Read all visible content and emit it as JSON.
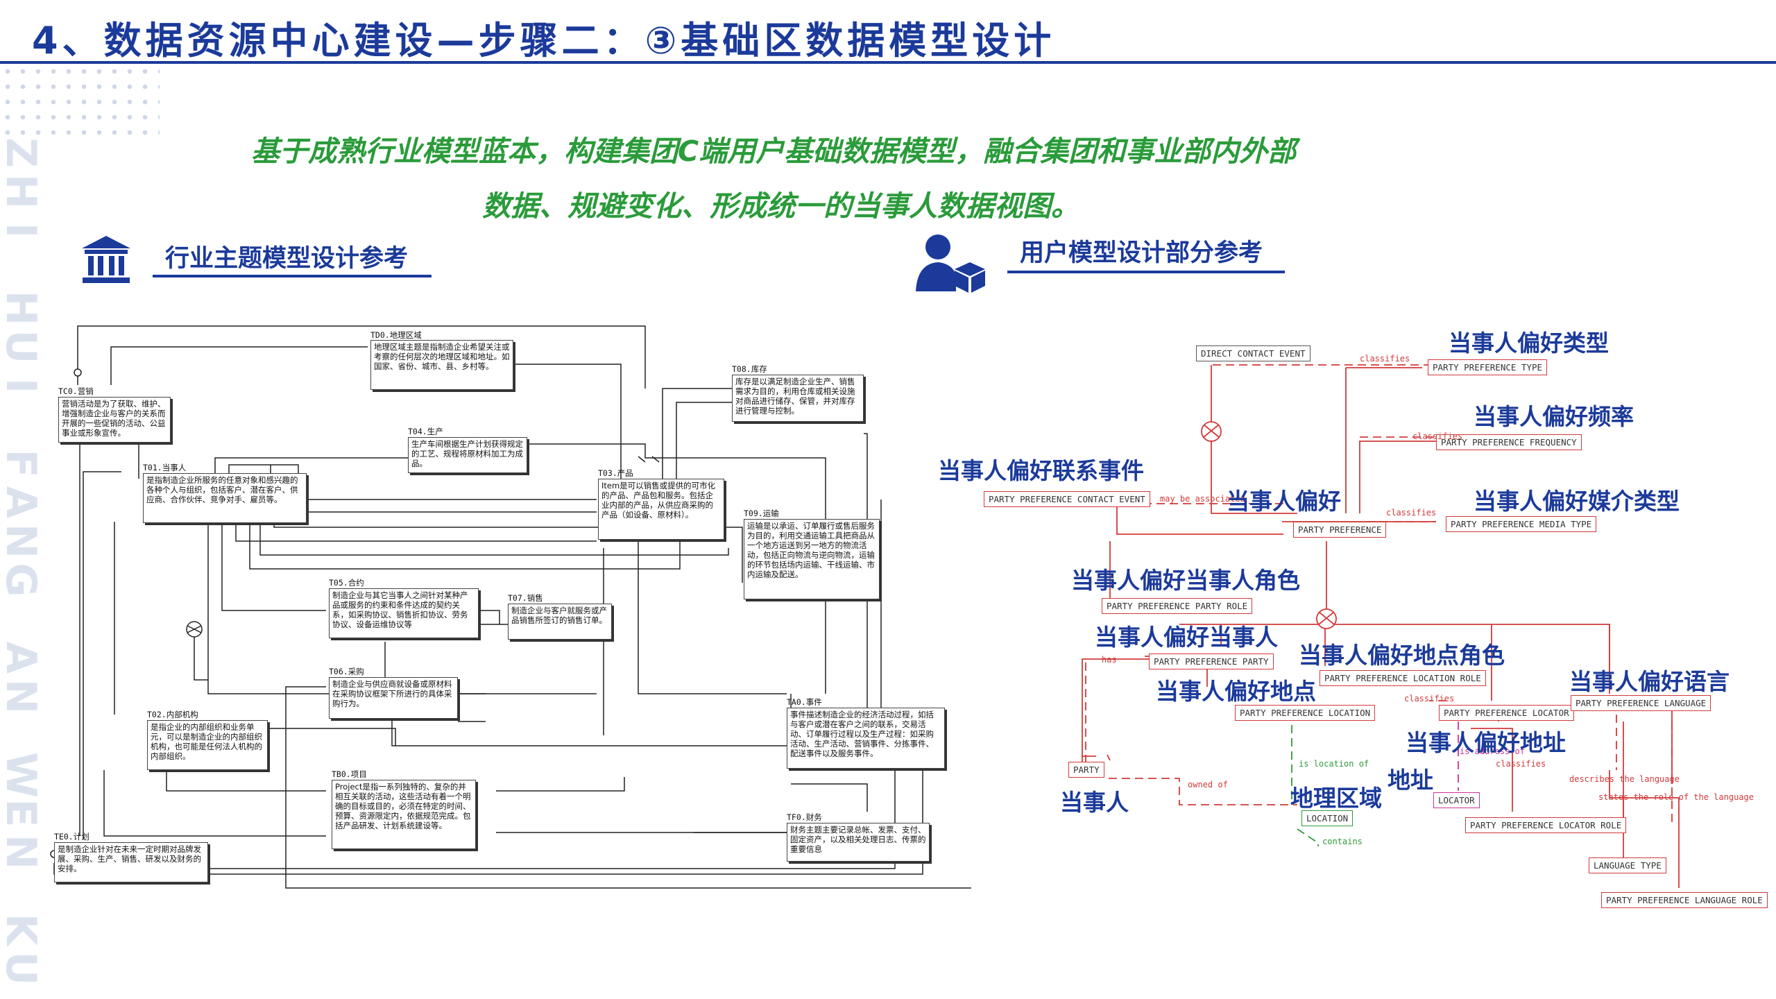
{
  "title": "4、数据资源中心建设—步骤二：③基础区数据模型设计",
  "side_text": [
    "Z",
    "H",
    "I",
    " ",
    "H",
    "U",
    "I",
    " ",
    "F",
    "A",
    "N",
    "G",
    " ",
    "A",
    "N",
    " ",
    "W",
    "E",
    "N",
    " ",
    "K",
    "U"
  ],
  "intro": {
    "line1": "基于成熟行业模型蓝本，构建集团C端用户基础数据模型，融合集团和事业部内外部",
    "line2": "数据、规避变化、形成统一的当事人数据视图。"
  },
  "left_section": {
    "title": "行业主题模型设计参考",
    "icon": "bank-icon"
  },
  "right_section": {
    "title": "用户模型设计部分参考",
    "icon": "user-cube-icon"
  },
  "left_entities": [
    {
      "id": "td0",
      "title": "TD0.地理区域",
      "text": "地理区域主题是指制造企业希望关注或考察的任何层次的地理区域和地址。如国家、省份、城市、县、乡村等。"
    },
    {
      "id": "tc0",
      "title": "TC0.营销",
      "text": "营销活动是为了获取、维护、增强制造企业与客户的关系而开展的一些促销的活动、公益事业或形象宣传。"
    },
    {
      "id": "t08",
      "title": "T08.库存",
      "text": "库存是以满足制造企业生产、销售需求为目的，利用仓库或相关设施对商品进行储存、保管，并对库存进行管理与控制。"
    },
    {
      "id": "t04",
      "title": "T04.生产",
      "text": "生产车间根据生产计划获得规定的工艺、规程将原材料加工为成品。"
    },
    {
      "id": "t01",
      "title": "T01.当事人",
      "text": "是指制造企业所服务的任意对象和感兴趣的各种个人与组织，包括客户、潜在客户、供应商、合作伙伴、竞争对手、雇员等。"
    },
    {
      "id": "t03",
      "title": "T03.产品",
      "text": "Item是可以销售或提供的可市化的产品、产品包和服务。包括企业内部的产品，从供应商采购的产品（如设备、原材料）。"
    },
    {
      "id": "t09",
      "title": "T09.运输",
      "text": "运输是以承运、订单履行或售后服务为目的，利用交通运输工具把商品从一个地方运送到另一地方的物流活动，包括正向物流与逆向物流，运输的环节包括场内运输、干线运输、市内运输及配送。"
    },
    {
      "id": "t05",
      "title": "T05.合约",
      "text": "制造企业与其它当事人之间针对某种产品或服务的约束和条件达成的契约关系，如采购协议、销售折扣协议、劳务协议、设备运维协议等"
    },
    {
      "id": "t07",
      "title": "T07.销售",
      "text": "制造企业与客户就服务或产品销售所签订的销售订单。"
    },
    {
      "id": "t06",
      "title": "T06.采购",
      "text": "制造企业与供应商就设备或原材料在采购协议框架下所进行的具体采购行为。"
    },
    {
      "id": "t02",
      "title": "T02.内部机构",
      "text": "是指企业的内部组织和业务单元，可以是制造企业的内部组织机构，也可能是任何法人机构的内部组织。"
    },
    {
      "id": "ta0",
      "title": "TA0.事件",
      "text": "事件描述制造企业的经济活动过程，如括与客户或潜在客户之间的联系，交易活动、订单履行过程以及生产过程：如采购活动、生产活动、营销事件、分拣事件、配送事件以及服务事件。"
    },
    {
      "id": "tb0",
      "title": "TB0.项目",
      "text": "Project是指一系列独特的、复杂的并相互关联的活动，这些活动有着一个明确的目标或目的，必须在特定的时间、预算、资源限定内，依据规范完成。包括产品研发、计划系统建设等。"
    },
    {
      "id": "te0",
      "title": "TE0.计划",
      "text": "是制造企业针对在未来一定时期对品牌发展、采购、生产、销售、研发以及财务的安排。"
    },
    {
      "id": "tf0",
      "title": "TF0.财务",
      "text": "财务主题主要记录总帐、发票、支付、固定资产，以及相关处理日志、传票的重要信息"
    }
  ],
  "right_boxes": {
    "direct_contact_event": "DIRECT CONTACT EVENT",
    "party_preference_type": "PARTY PREFERENCE TYPE",
    "party_preference_frequency": "PARTY PREFERENCE FREQUENCY",
    "party_preference_contact_event": "PARTY PREFERENCE CONTACT EVENT",
    "party_preference": "PARTY PREFERENCE",
    "party_preference_media_type": "PARTY PREFERENCE MEDIA TYPE",
    "party_preference_party_role": "PARTY PREFERENCE PARTY ROLE",
    "party_preference_party": "PARTY PREFERENCE PARTY",
    "party_preference_location_role": "PARTY PREFERENCE LOCATION ROLE",
    "party_preference_location": "PARTY PREFERENCE LOCATION",
    "party_preference_locator": "PARTY PREFERENCE LOCATOR",
    "party_preference_language": "PARTY PREFERENCE LANGUAGE",
    "party": "PARTY",
    "location": "LOCATION",
    "locator": "LOCATOR",
    "party_preference_locator_role": "PARTY PREFERENCE LOCATOR ROLE",
    "language_type": "LANGUAGE TYPE",
    "party_preference_language_role": "PARTY PREFERENCE LANGUAGE ROLE"
  },
  "right_links": {
    "classifies1": "classifies",
    "classifies2": "classifies",
    "classifies3": "classifies",
    "classifies4": "classifies",
    "classifies5": "classifies",
    "may_be_associated": "may be associated",
    "has": "has",
    "owned_of": "owned of",
    "is_location_of": "is location of",
    "contains": "contains",
    "is_address_of": "is address of",
    "describes_the_language": "describes the language",
    "states_the_role": "states the role of the language"
  },
  "right_labels": {
    "preference_type": "当事人偏好类型",
    "preference_frequency": "当事人偏好频率",
    "preference_contact_event": "当事人偏好联系事件",
    "preference": "当事人偏好",
    "preference_media_type": "当事人偏好媒介类型",
    "preference_party_role": "当事人偏好当事人角色",
    "preference_party": "当事人偏好当事人",
    "preference_location_role": "当事人偏好地点角色",
    "preference_location": "当事人偏好地点",
    "preference_language": "当事人偏好语言",
    "preference_address": "当事人偏好地址",
    "address": "地址",
    "geo_region": "地理区域",
    "party": "当事人"
  },
  "colors": {
    "title_blue": "#1b3a9a",
    "intro_green": "#2a9b3a",
    "link_red": "#d23a3a",
    "link_green": "#2f9a3a",
    "link_pink": "#cc3399"
  }
}
